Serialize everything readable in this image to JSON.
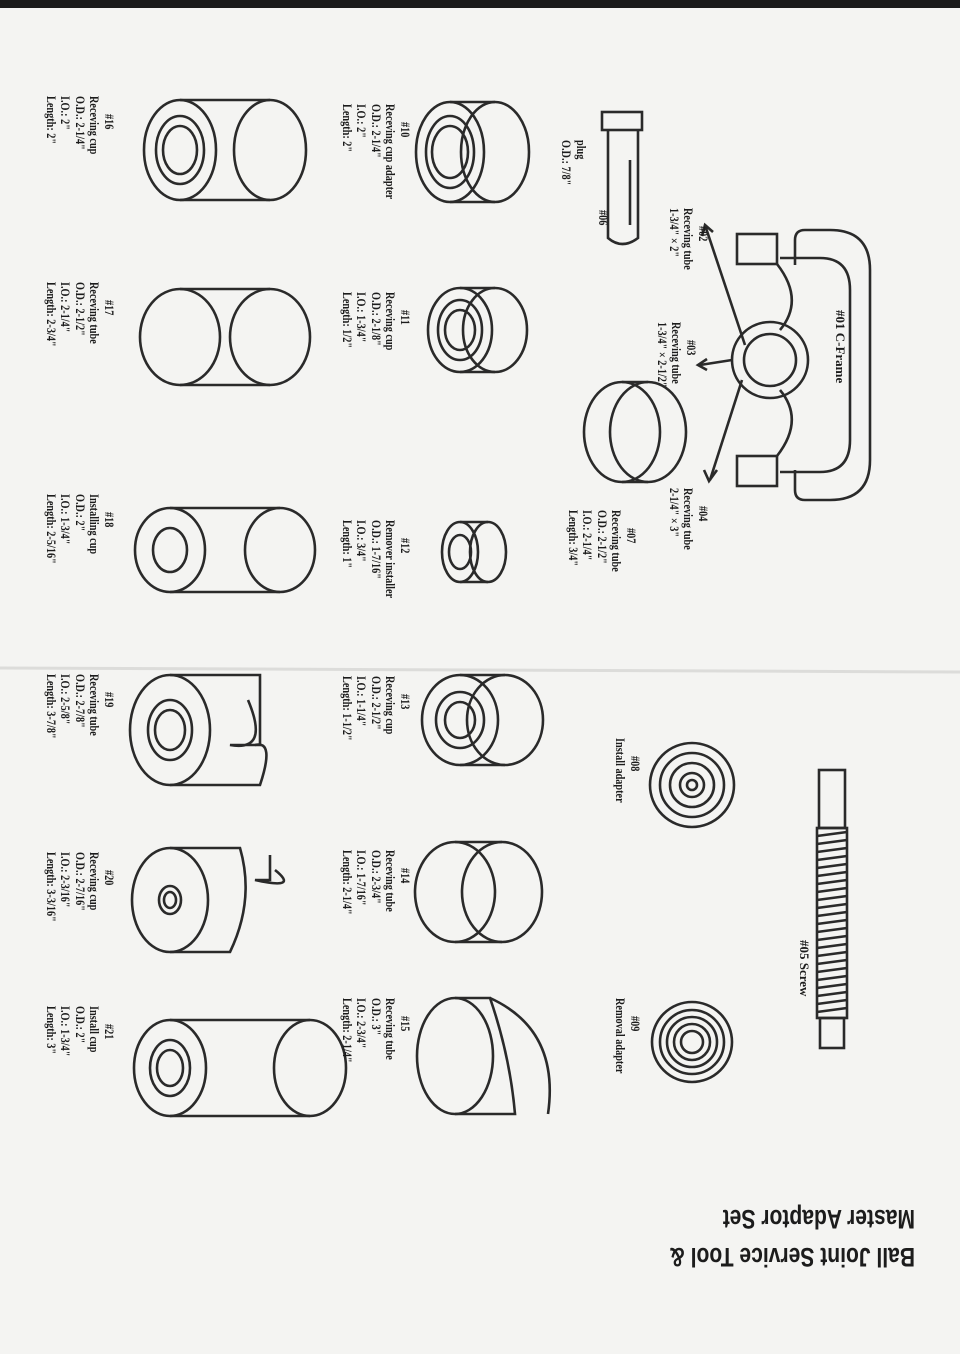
{
  "document": {
    "title_line1": "Ball Joint Service Tool &",
    "title_line2": "Master Adaptor Set"
  },
  "parts": [
    {
      "id": "01",
      "number": "#01",
      "name": "C-Frame",
      "lines": []
    },
    {
      "id": "02",
      "number": "#02",
      "name": "Receving tube",
      "lines": [
        "1-3/4\" × 2\""
      ]
    },
    {
      "id": "03",
      "number": "#03",
      "name": "Receving tube",
      "lines": [
        "1-3/4\" × 2-1/2\""
      ]
    },
    {
      "id": "04",
      "number": "#04",
      "name": "Receving tube",
      "lines": [
        "2-1/4\" × 3\""
      ]
    },
    {
      "id": "05",
      "number": "#05",
      "name": "Screw",
      "lines": []
    },
    {
      "id": "06",
      "number": "#06",
      "name": "plug",
      "lines": [
        "O.D.: 7/8\""
      ]
    },
    {
      "id": "07",
      "number": "#07",
      "name": "Receving tube",
      "lines": [
        "O.D.: 2-1/2\"",
        "I.O.: 2-1/4\"",
        "Length: 3/4\""
      ]
    },
    {
      "id": "08",
      "number": "#08",
      "name": "Install adapter",
      "lines": []
    },
    {
      "id": "09",
      "number": "#09",
      "name": "Removal adapter",
      "lines": []
    },
    {
      "id": "10",
      "number": "#10",
      "name": "Receving cup adapter",
      "lines": [
        "O.D.: 2-1/4\"",
        "I.O.: 2\"",
        "Length: 2\""
      ]
    },
    {
      "id": "11",
      "number": "#11",
      "name": "Receving cup",
      "lines": [
        "O.D.: 2-1/8\"",
        "I.O.: 1-3/4\"",
        "Length: 1/2\""
      ]
    },
    {
      "id": "12",
      "number": "#12",
      "name": "Remover installer",
      "lines": [
        "O.D.: 1-7/16\"",
        "I.O.: 3/4\"",
        "Length: 1\""
      ]
    },
    {
      "id": "13",
      "number": "#13",
      "name": "Receving cup",
      "lines": [
        "O.D.: 2-1/2\"",
        "I.O.: 1-1/4\"",
        "Length: 1-1/2\""
      ]
    },
    {
      "id": "14",
      "number": "#14",
      "name": "Receving tube",
      "lines": [
        "O.D.: 2-3/4\"",
        "I.O.: 1-7/16\"",
        "Length: 2-1/4\""
      ]
    },
    {
      "id": "15",
      "number": "#15",
      "name": "Receving tube",
      "lines": [
        "O.D.: 3\"",
        "I.O.: 2-3/4\"",
        "Length: 2-1/4\""
      ]
    },
    {
      "id": "16",
      "number": "#16",
      "name": "Receving cup",
      "lines": [
        "O.D.: 2-1/4\"",
        "I.O.: 2\"",
        "Length: 2\""
      ]
    },
    {
      "id": "17",
      "number": "#17",
      "name": "Receving tube",
      "lines": [
        "O.D.: 2-1/2\"",
        "I.O.: 2-1/4\"",
        "Length: 2-3/4\""
      ]
    },
    {
      "id": "18",
      "number": "#18",
      "name": "Installing cup",
      "lines": [
        "O.D.: 2\"",
        "I.O.: 1-3/4\"",
        "Length: 2-5/16\""
      ]
    },
    {
      "id": "19",
      "number": "#19",
      "name": "Receving tube",
      "lines": [
        "O.D.: 2-7/8\"",
        "I.O.: 2-5/8\"",
        "Length: 3-7/8\""
      ]
    },
    {
      "id": "20",
      "number": "#20",
      "name": "Receving cup",
      "lines": [
        "O.D.: 2-7/16\"",
        "I.O.: 2-3/16\"",
        "Length: 3-3/16\""
      ]
    },
    {
      "id": "21",
      "number": "#21",
      "name": "Install cup",
      "lines": [
        "O.D.: 2\"",
        "I.O.: 1-3/4\"",
        "Length: 3\""
      ]
    }
  ]
}
